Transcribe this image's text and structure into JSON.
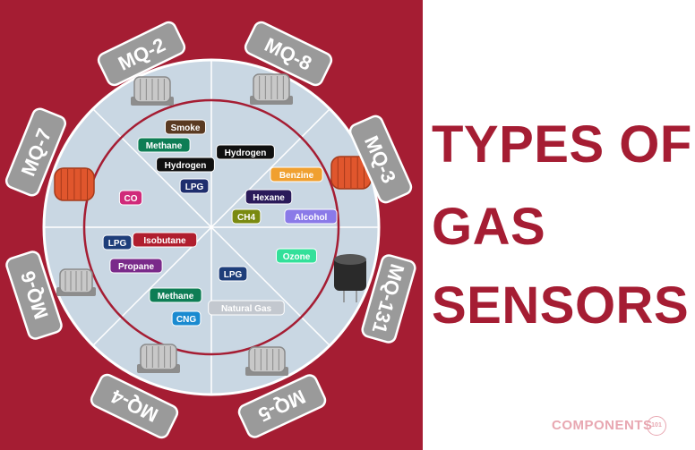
{
  "title": {
    "line1": "TYPES OF",
    "line2": "GAS",
    "line3": "SENSORS"
  },
  "brand": {
    "name": "COMPONENTS",
    "badge": "101"
  },
  "colors": {
    "brand_red": "#a51d33",
    "ring_fill": "#c9d7e3",
    "divider": "#ffffff"
  },
  "sensors": [
    {
      "name": "MQ-2",
      "gases": [
        "Smoke",
        "Methane",
        "Hydrogen",
        "LPG"
      ]
    },
    {
      "name": "MQ-8",
      "gases": [
        "Hydrogen"
      ]
    },
    {
      "name": "MQ-3",
      "gases": [
        "Benzine",
        "Hexane",
        "CH4",
        "Alcohol"
      ]
    },
    {
      "name": "MQ-131",
      "gases": [
        "Ozone"
      ]
    },
    {
      "name": "MQ-5",
      "gases": [
        "LPG",
        "Natural Gas"
      ]
    },
    {
      "name": "MQ-4",
      "gases": [
        "Methane",
        "CNG"
      ]
    },
    {
      "name": "MQ-6",
      "gases": [
        "LPG",
        "Isobutane",
        "Propane"
      ]
    },
    {
      "name": "MQ-7",
      "gases": [
        "CO"
      ]
    }
  ]
}
